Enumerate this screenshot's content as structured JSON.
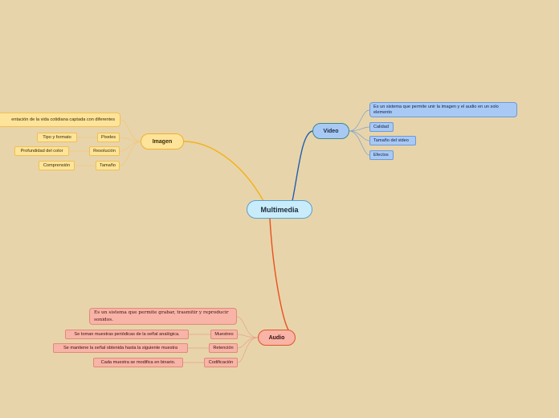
{
  "central": "Multimedia",
  "video": {
    "title": "Video",
    "description": "Es un sistema que permite unir la imagen y el audio en un solo elemento",
    "items": [
      "Calidad",
      "Tamaño del video",
      "Efectos"
    ]
  },
  "imagen": {
    "title": "Imagen",
    "description": "entación de la vida cotidiana captada con diferentes",
    "items": [
      {
        "label": "Pixeles",
        "detail": "Tipo y formato"
      },
      {
        "label": "Resolución",
        "detail": "Profundidad del color"
      },
      {
        "label": "Tamaño",
        "detail": "Comprensión"
      }
    ]
  },
  "audio": {
    "title": "Audio",
    "description": "Es un sistema que permite grabar, trasmitir y reproducir sonidos.",
    "items": [
      {
        "label": "Muestreo",
        "detail": "Se toman muestras periódicas de la señal analógica."
      },
      {
        "label": "Retención",
        "detail": "Se mantiene la señal obtenida hasta la siguiente muestra"
      },
      {
        "label": "Codificación",
        "detail": "Cada muestra se modifica en binario."
      }
    ]
  },
  "colors": {
    "background": "#e8d4aa",
    "video_branch": "#1f5fb0",
    "imagen_branch": "#f2b21c",
    "audio_branch": "#e8501e"
  }
}
